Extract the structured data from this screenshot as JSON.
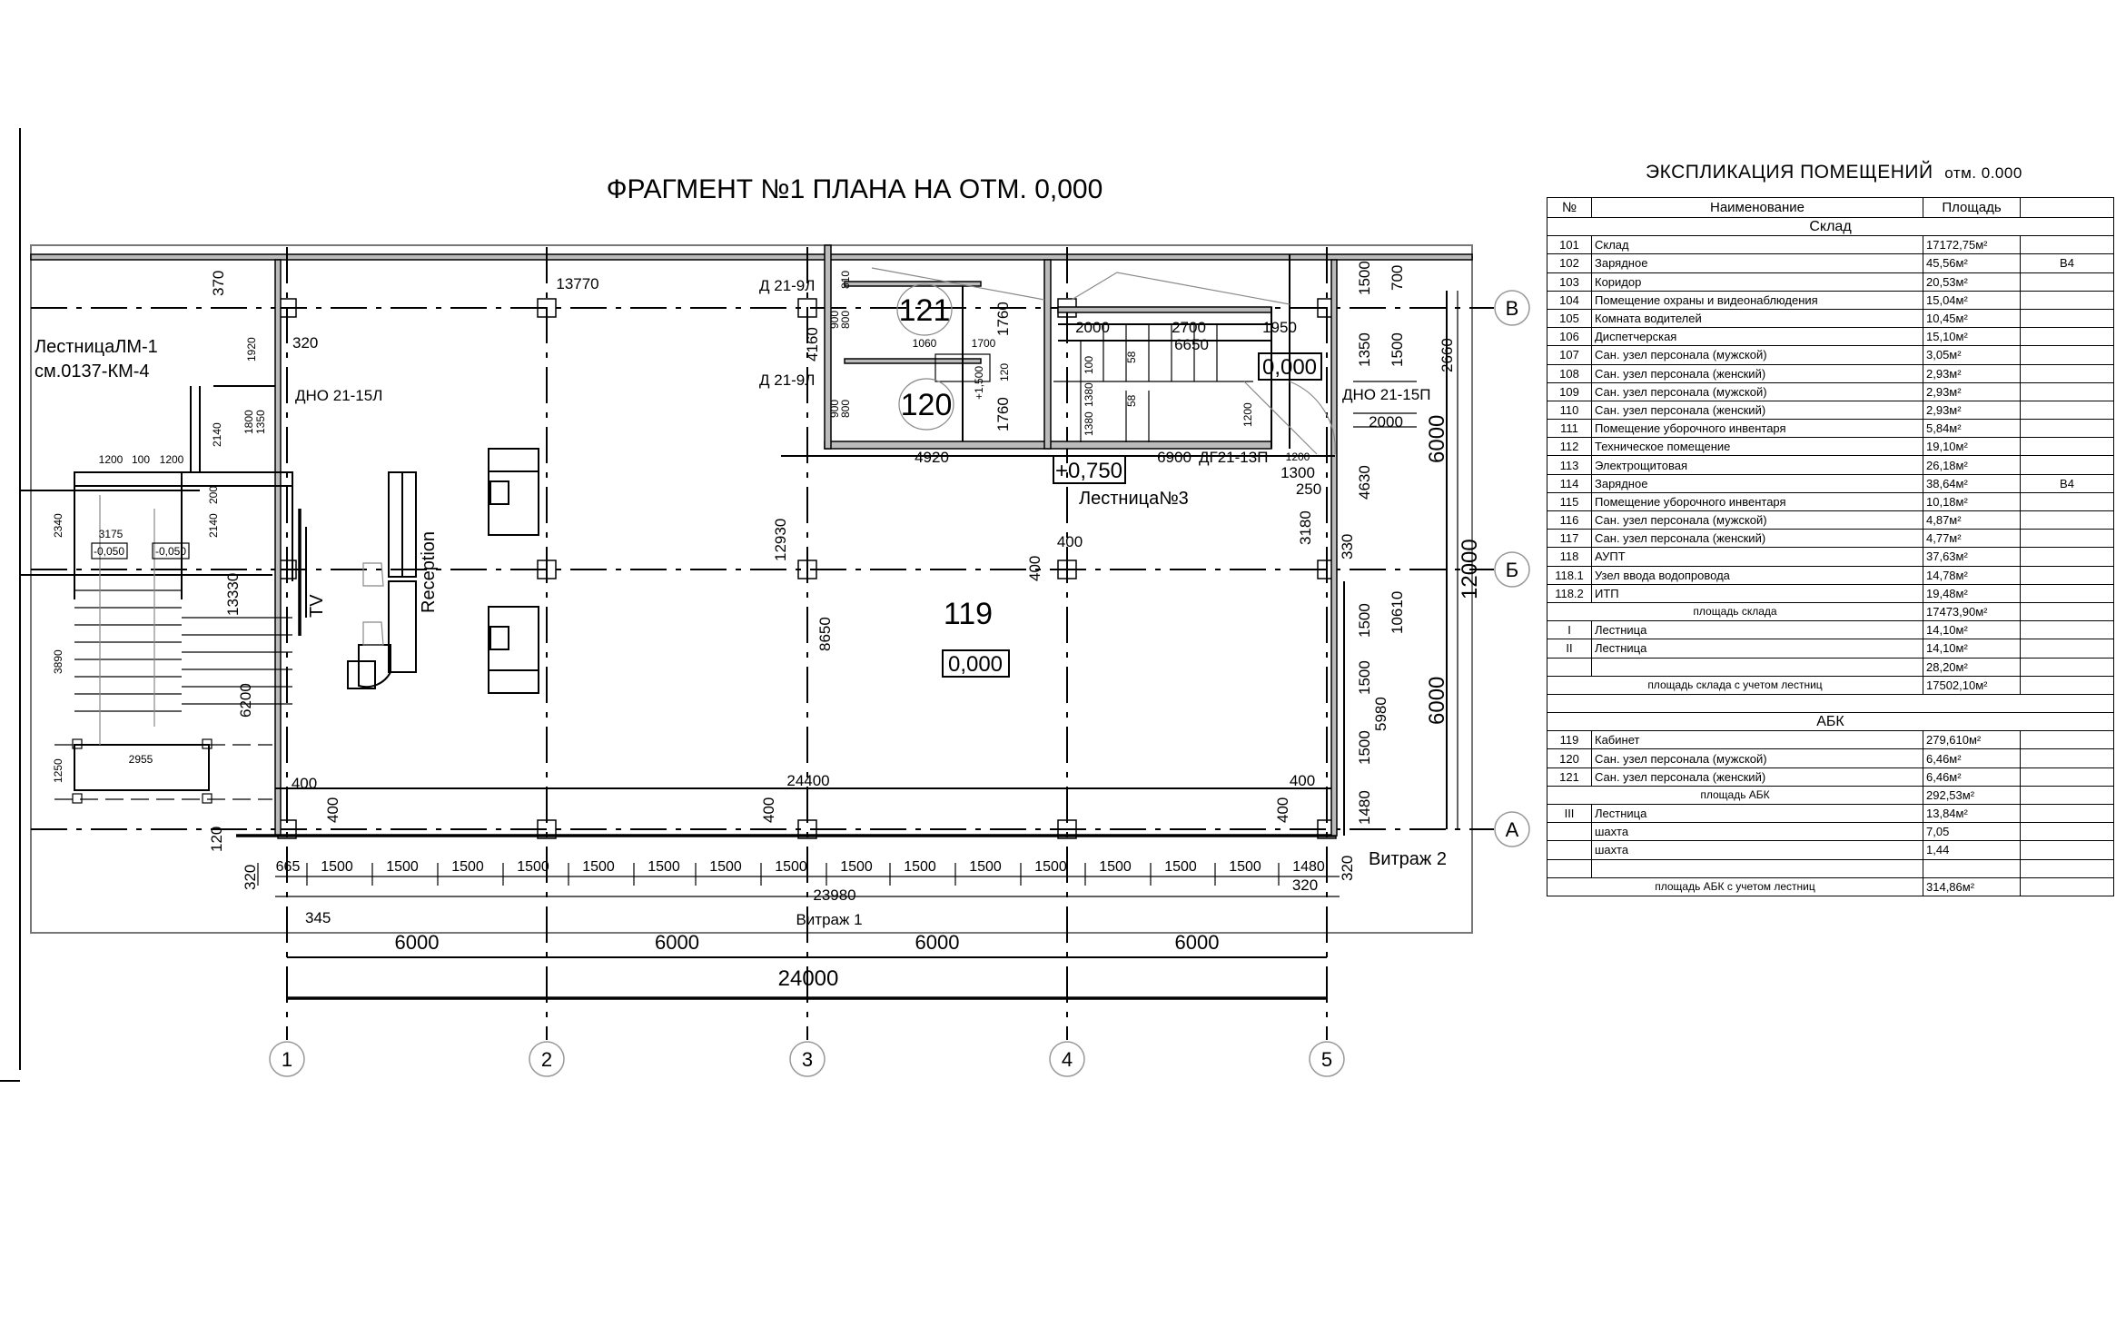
{
  "title": "ФРАГМЕНТ №1 ПЛАНА НА ОТМ. 0,000",
  "axes": {
    "columns": [
      "1",
      "2",
      "3",
      "4",
      "5"
    ],
    "rows": [
      "В",
      "Б",
      "А"
    ]
  },
  "plan": {
    "rooms": {
      "r119": "119",
      "r120": "120",
      "r121": "121"
    },
    "levels": {
      "main": "0,000",
      "stair_top": "0,000",
      "landing": "+0,750",
      "stair_lm_a": "-0,050",
      "stair_lm_b": "-0,050",
      "stair_mark": "+1,500"
    },
    "labels": {
      "stair_lm1_line1": "ЛестницаЛМ-1",
      "stair_lm1_line2": "см.0137-КМ-4",
      "stair3": "Лестница№3",
      "door_dno_l": "ДНО 21-15Л",
      "door_dno_p": "ДНО 21-15П",
      "door_d1": "Д 21-9Л",
      "door_d2": "Д 21-9Л",
      "door_dg": "ДГ21-13П",
      "reception": "Reception",
      "tv": "TV",
      "vitrazh1": "Витраж 1",
      "vitrazh2": "Витраж 2"
    },
    "dims": {
      "d13770": "13770",
      "d370": "370",
      "d320a": "320",
      "d1920": "1920",
      "d13330": "13330",
      "d6200": "6200",
      "d12930": "12930",
      "d8650": "8650",
      "d24400": "24400",
      "d4160": "4160",
      "d4920": "4920",
      "d6900": "6900",
      "d2000a": "2000",
      "d2700": "2700",
      "d1950": "1950",
      "d6650": "6650",
      "d1060": "1060",
      "d1700": "1700",
      "d900a": "900",
      "d800a": "800",
      "d900b": "900",
      "d800b": "800",
      "d1760a": "1760",
      "d1760b": "1760",
      "d120": "120",
      "d810": "810",
      "d1500r1": "1500",
      "d700r": "700",
      "d2660": "2660",
      "d1350r": "1350",
      "d1500r2": "1500",
      "d2000r": "2000",
      "d6000r1": "6000",
      "d6000r2": "6000",
      "d12000": "12000",
      "d4630": "4630",
      "d3180": "3180",
      "d1200r": "1200",
      "d1300r": "1300",
      "d250": "250",
      "d330": "330",
      "d1500r3": "1500",
      "d1500r4": "1500",
      "d1500r5": "1500",
      "d10610": "10610",
      "d5980": "5980",
      "d1480r": "1480",
      "d400a": "400",
      "d400b": "400",
      "d400c": "400",
      "d400d": "400",
      "d400e": "400",
      "d400f": "400",
      "d400g": "400",
      "d120b": "120",
      "d320b": "320",
      "d320c": "320",
      "d320d": "320",
      "d345": "345",
      "d23980": "23980",
      "d24000": "24000",
      "d1200s1": "1200",
      "d100s": "100",
      "d1200s2": "1200",
      "d3175": "3175",
      "d2340": "2340",
      "d3890": "3890",
      "d2955": "2955",
      "d1250": "1250",
      "d2140a": "2140",
      "d1800": "1800",
      "d1350s": "1350",
      "d200s": "200",
      "d2140b": "2140",
      "d1380a": "1380",
      "d100m": "100",
      "d1380b": "1380",
      "d1200m": "1200",
      "d58a": "58",
      "d58b": "58"
    },
    "bays": [
      "6000",
      "6000",
      "6000",
      "6000"
    ],
    "panels": [
      "665",
      "1500",
      "1500",
      "1500",
      "1500",
      "1500",
      "1500",
      "1500",
      "1500",
      "1500",
      "1500",
      "1500",
      "1500",
      "1500",
      "1500",
      "1500",
      "1480"
    ]
  },
  "explication": {
    "title": "ЭКСПЛИКАЦИЯ ПОМЕЩЕНИЙ",
    "title_suffix": "отм. 0.000",
    "headers": [
      "№",
      "Наименование",
      "Площадь",
      ""
    ],
    "rows": [
      {
        "type": "section",
        "label": "Склад"
      },
      {
        "type": "item",
        "no": "101",
        "name": "Склад",
        "area": "17172,75м²",
        "note": ""
      },
      {
        "type": "item",
        "no": "102",
        "name": "Зарядное",
        "area": "45,56м²",
        "note": "В4"
      },
      {
        "type": "item",
        "no": "103",
        "name": "Коридор",
        "area": "20,53м²",
        "note": ""
      },
      {
        "type": "item",
        "no": "104",
        "name": "Помещение охраны и видеонаблюдения",
        "area": "15,04м²",
        "note": ""
      },
      {
        "type": "item",
        "no": "105",
        "name": "Комната водителей",
        "area": "10,45м²",
        "note": ""
      },
      {
        "type": "item",
        "no": "106",
        "name": "Диспетчерская",
        "area": "15,10м²",
        "note": ""
      },
      {
        "type": "item",
        "no": "107",
        "name": "Сан. узел персонала (мужской)",
        "area": "3,05м²",
        "note": ""
      },
      {
        "type": "item",
        "no": "108",
        "name": "Сан. узел персонала (женский)",
        "area": "2,93м²",
        "note": ""
      },
      {
        "type": "item",
        "no": "109",
        "name": "Сан. узел персонала (мужской)",
        "area": "2,93м²",
        "note": ""
      },
      {
        "type": "item",
        "no": "110",
        "name": "Сан. узел персонала (женский)",
        "area": "2,93м²",
        "note": ""
      },
      {
        "type": "item",
        "no": "111",
        "name": "Помещение уборочного инвентаря",
        "area": "5,84м²",
        "note": ""
      },
      {
        "type": "item",
        "no": "112",
        "name": "Техническое помещение",
        "area": "19,10м²",
        "note": ""
      },
      {
        "type": "item",
        "no": "113",
        "name": "Электрощитовая",
        "area": "26,18м²",
        "note": ""
      },
      {
        "type": "item",
        "no": "114",
        "name": "Зарядное",
        "area": "38,64м²",
        "note": "В4"
      },
      {
        "type": "item",
        "no": "115",
        "name": "Помещение уборочного инвентаря",
        "area": "10,18м²",
        "note": ""
      },
      {
        "type": "item",
        "no": "116",
        "name": "Сан. узел персонала (мужской)",
        "area": "4,87м²",
        "note": ""
      },
      {
        "type": "item",
        "no": "117",
        "name": "Сан. узел персонала (женский)",
        "area": "4,77м²",
        "note": ""
      },
      {
        "type": "item",
        "no": "118",
        "name": "АУПТ",
        "area": "37,63м²",
        "note": ""
      },
      {
        "type": "item",
        "no": "118.1",
        "name": "Узел ввода водопровода",
        "area": "14,78м²",
        "note": ""
      },
      {
        "type": "item",
        "no": "118.2",
        "name": "ИТП",
        "area": "19,48м²",
        "note": ""
      },
      {
        "type": "subtotal",
        "label": "площадь склада",
        "area": "17473,90м²"
      },
      {
        "type": "item",
        "no": "I",
        "name": "Лестница",
        "area": "14,10м²",
        "note": ""
      },
      {
        "type": "item",
        "no": "II",
        "name": "Лестница",
        "area": "14,10м²",
        "note": ""
      },
      {
        "type": "item",
        "no": "",
        "name": "",
        "area": "28,20м²",
        "note": ""
      },
      {
        "type": "subtotal",
        "label": "площадь склада с учетом лестниц",
        "area": "17502,10м²"
      },
      {
        "type": "blank"
      },
      {
        "type": "section",
        "label": "АБК"
      },
      {
        "type": "item",
        "no": "119",
        "name": "Кабинет",
        "area": "279,610м²",
        "note": ""
      },
      {
        "type": "item",
        "no": "120",
        "name": "Сан. узел персонала (мужской)",
        "area": "6,46м²",
        "note": ""
      },
      {
        "type": "item",
        "no": "121",
        "name": "Сан. узел персонала (женский)",
        "area": "6,46м²",
        "note": ""
      },
      {
        "type": "subtotal",
        "label": "площадь АБК",
        "area": "292,53м²"
      },
      {
        "type": "item",
        "no": "III",
        "name": "Лестница",
        "area": "13,84м²",
        "note": ""
      },
      {
        "type": "item",
        "no": "",
        "name": "шахта",
        "area": "7,05",
        "note": ""
      },
      {
        "type": "item",
        "no": "",
        "name": "шахта",
        "area": "1,44",
        "note": ""
      },
      {
        "type": "item",
        "no": "",
        "name": "",
        "area": "",
        "note": ""
      },
      {
        "type": "subtotal",
        "label": "площадь АБК  с учетом лестниц",
        "area": "314,86м²"
      }
    ]
  }
}
